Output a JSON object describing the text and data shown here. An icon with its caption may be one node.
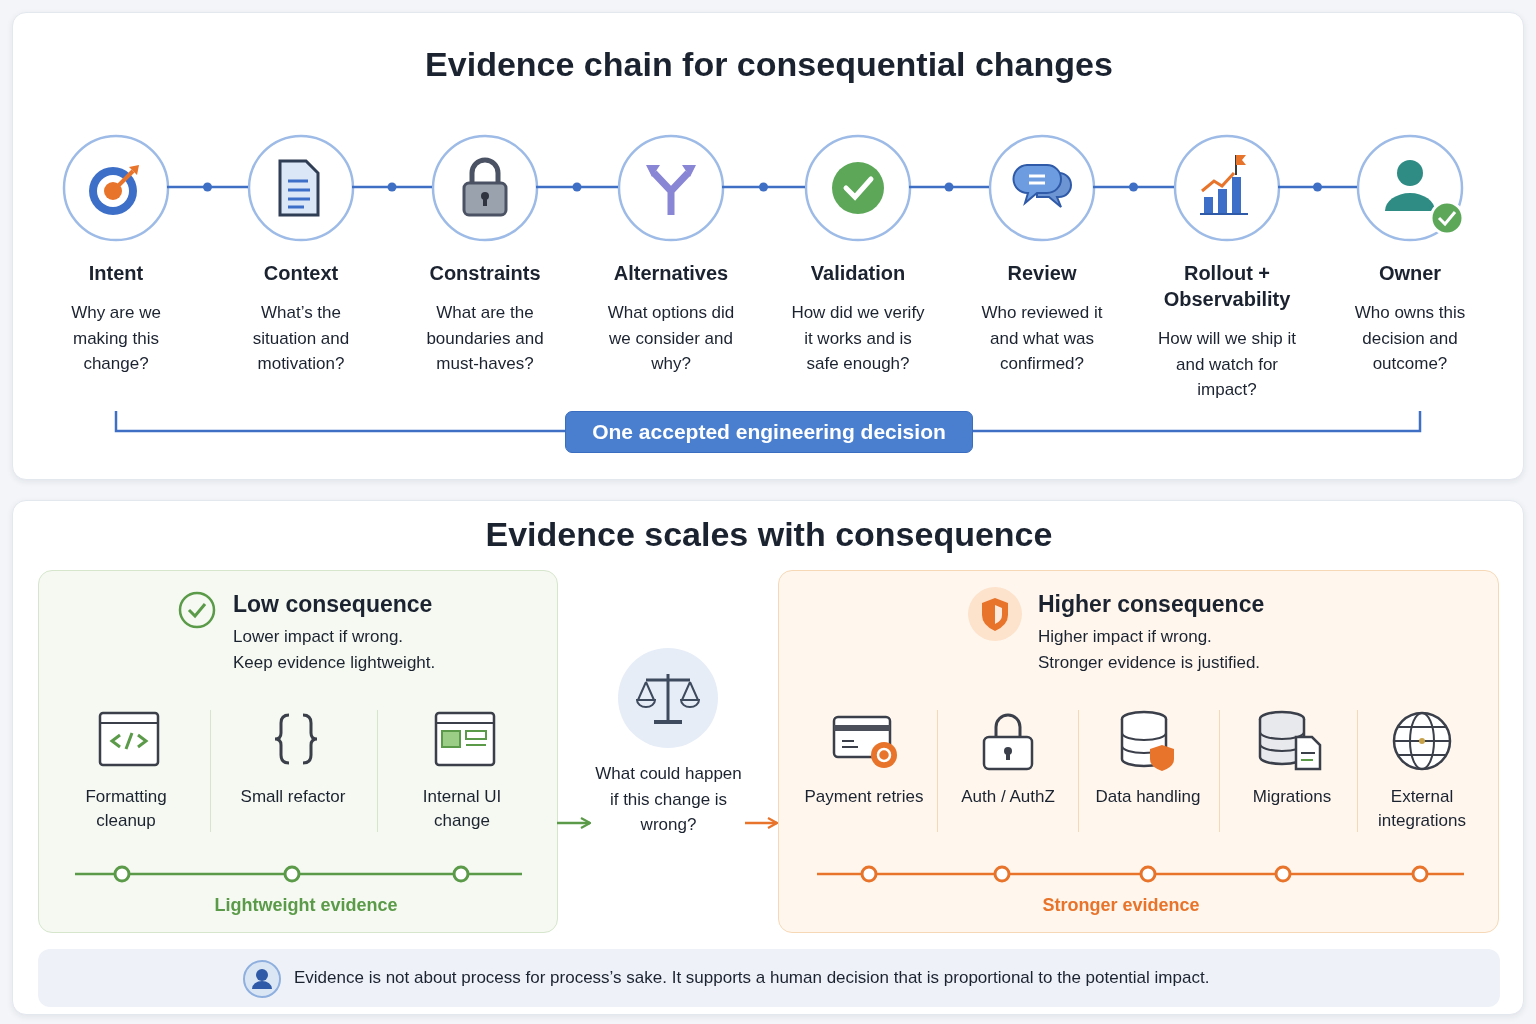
{
  "diagram": {
    "nodes": [
      {
        "text": [
          "Evidence chain for consequential changes"
        ]
      },
      {
        "text": [
          "Intent",
          "Why are we making this change?"
        ],
        "in": 0
      },
      {
        "text": [
          "Context",
          "What’s the situation and motivation?"
        ],
        "in": 0
      },
      {
        "text": [
          "Constraints",
          "What are the boundaries and must-haves?"
        ],
        "in": 0
      },
      {
        "text": [
          "Alternatives",
          "What options did we consider and why?"
        ],
        "in": 0
      },
      {
        "text": [
          "Validation",
          "How did we verify it works and is safe enough?"
        ],
        "in": 0
      },
      {
        "text": [
          "Review",
          "Who reviewed it and what was confirmed?"
        ],
        "in": 0
      },
      {
        "text": [
          "Rollout + Observability",
          "How will we ship it and watch for impact?"
        ],
        "in": 0
      },
      {
        "text": [
          "Owner",
          "Who owns this decision and outcome?"
        ],
        "in": 0
      },
      {
        "text": [
          "One accepted engineering decision"
        ],
        "in": 0
      },
      {
        "text": [
          "Evidence scales with consequence"
        ]
      },
      {
        "text": [
          "Low consequence",
          "Lower impact if wrong.",
          "Keep evidence lightweight.",
          "Lightweight evidence"
        ],
        "in": 10
      },
      {
        "text": [
          "Formatting cleanup"
        ],
        "in": 11
      },
      {
        "text": [
          "Small refactor"
        ],
        "in": 11
      },
      {
        "text": [
          "Internal UI change"
        ],
        "in": 11
      },
      {
        "text": [
          "What could happen if this change is wrong?"
        ],
        "in": 10
      },
      {
        "text": [
          "Higher consequence",
          "Higher impact if wrong.",
          "Stronger evidence is justified.",
          "Stronger evidence"
        ],
        "in": 10
      },
      {
        "text": [
          "Payment retries"
        ],
        "in": 16
      },
      {
        "text": [
          "Auth / AuthZ"
        ],
        "in": 16
      },
      {
        "text": [
          "Data handling"
        ],
        "in": 16
      },
      {
        "text": [
          "Migrations"
        ],
        "in": 16
      },
      {
        "text": [
          "External integrations"
        ],
        "in": 16
      },
      {
        "text": [
          "Evidence is not about process for process’s sake. It supports a human decision that is proportional to the potential impact."
        ],
        "in": 10
      }
    ],
    "edges": [
      {
        "from": 1,
        "to": 2,
        "arrow": "none"
      },
      {
        "from": 2,
        "to": 3,
        "arrow": "none"
      },
      {
        "from": 3,
        "to": 4,
        "arrow": "none"
      },
      {
        "from": 4,
        "to": 5,
        "arrow": "none"
      },
      {
        "from": 5,
        "to": 6,
        "arrow": "none"
      },
      {
        "from": 6,
        "to": 7,
        "arrow": "none"
      },
      {
        "from": 7,
        "to": 8,
        "arrow": "none"
      },
      {
        "from": 11,
        "to": 15,
        "arrow": "to",
        "color": "#5a9a48"
      },
      {
        "from": 15,
        "to": 16,
        "arrow": "to",
        "color": "#e8732a"
      }
    ]
  }
}
